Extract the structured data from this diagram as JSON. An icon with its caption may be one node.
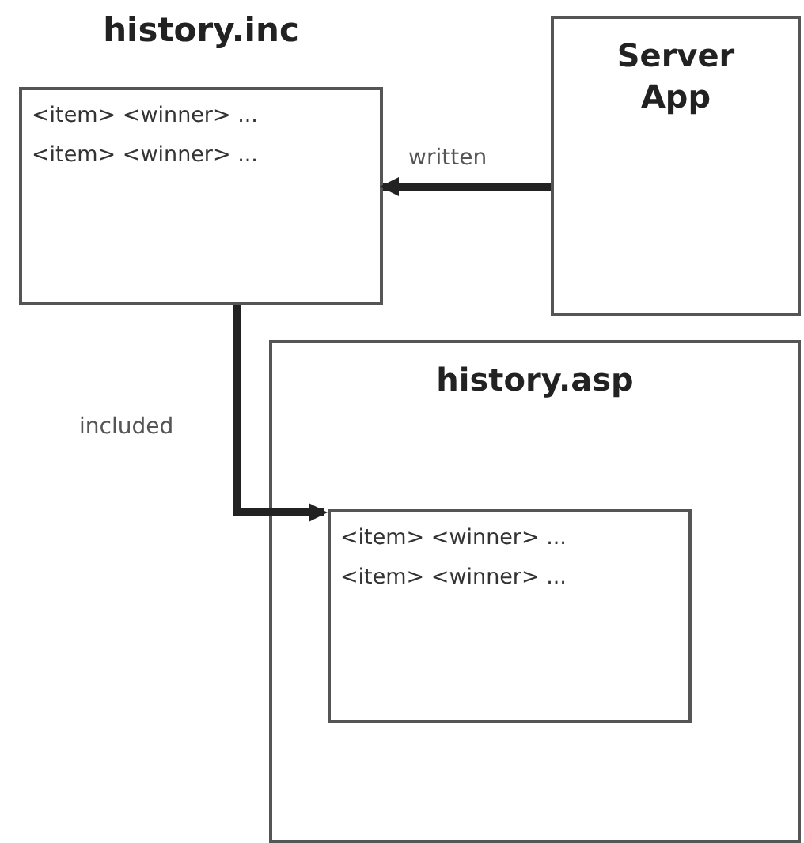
{
  "diagram": {
    "nodes": [
      {
        "text": [
          "history.inc",
          "<item> <winner> ...",
          "<item> <winner> ..."
        ]
      },
      {
        "text": [
          "Server App"
        ]
      },
      {
        "text": [
          "history.asp"
        ]
      },
      {
        "text": [
          "<item> <winner> ...",
          "<item> <winner> ..."
        ],
        "in": 2
      }
    ],
    "edges": [
      {
        "from": 1,
        "to": 0,
        "arrow": "to",
        "label": "written"
      },
      {
        "from": 0,
        "to": 3,
        "arrow": "to",
        "label": "included"
      }
    ]
  }
}
